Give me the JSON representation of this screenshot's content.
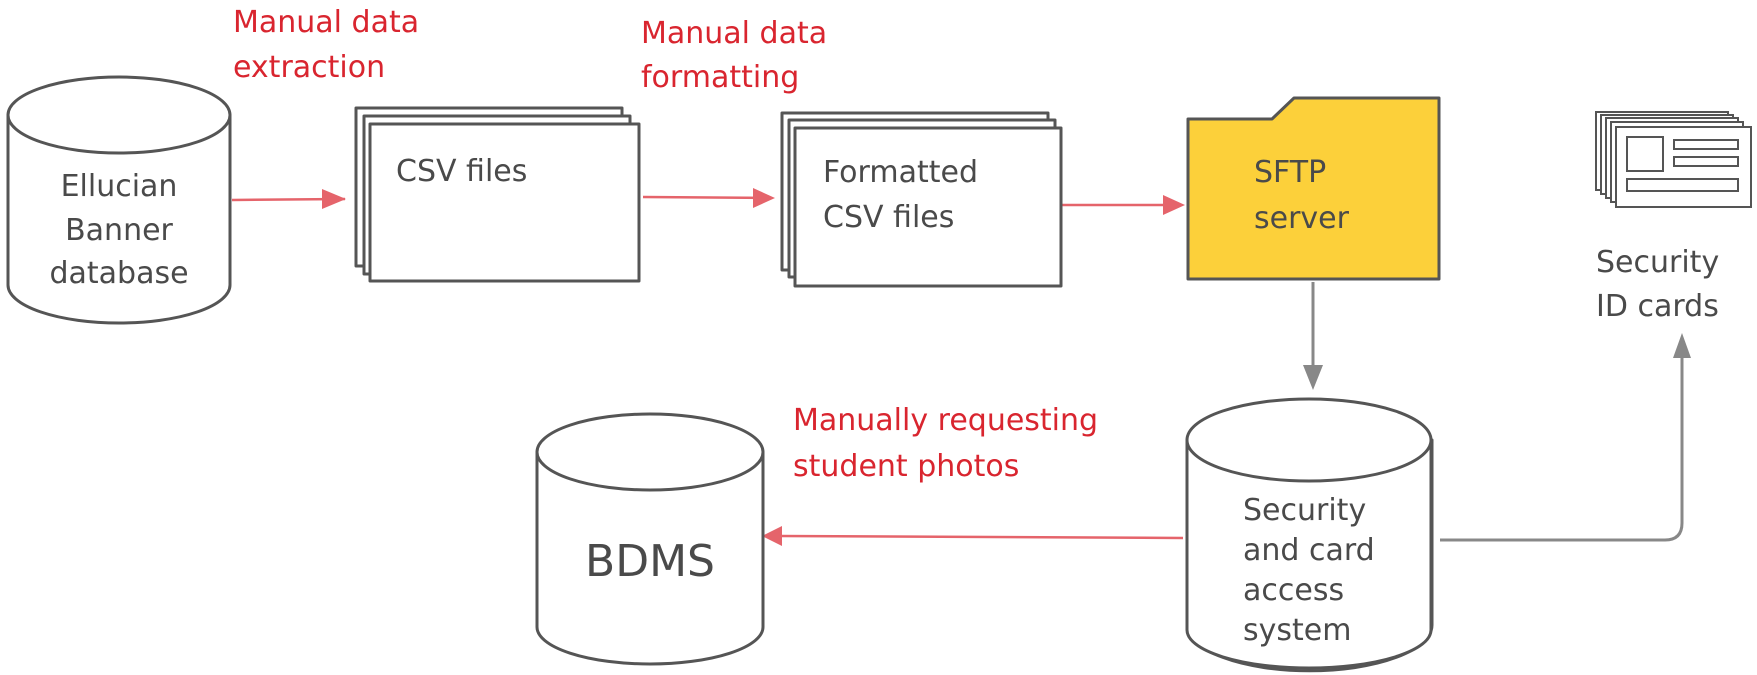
{
  "diagram": {
    "nodes": {
      "banner_db": {
        "lines": [
          "Ellucian",
          "Banner",
          "database"
        ],
        "shape": "cylinder"
      },
      "csv_files": {
        "lines": [
          "CSV files"
        ],
        "shape": "stacked-documents"
      },
      "formatted_csv": {
        "lines": [
          "Formatted",
          "CSV files"
        ],
        "shape": "stacked-documents"
      },
      "sftp_server": {
        "lines": [
          "SFTP",
          "server"
        ],
        "shape": "folder",
        "color": "#fcd03a"
      },
      "security_system": {
        "lines": [
          "Security",
          "and card",
          "access",
          "system"
        ],
        "shape": "cylinder"
      },
      "bdms": {
        "lines": [
          "BDMS"
        ],
        "shape": "cylinder"
      },
      "id_cards": {
        "lines": [
          "Security",
          "ID cards"
        ],
        "shape": "id-card-stack-icon"
      }
    },
    "edge_labels": {
      "extraction": [
        "Manual data",
        "extraction"
      ],
      "formatting": [
        "Manual data",
        "formatting"
      ],
      "photos": [
        "Manually requesting",
        "student photos"
      ]
    },
    "edges": [
      {
        "from": "banner_db",
        "to": "csv_files",
        "color": "#e5646b"
      },
      {
        "from": "csv_files",
        "to": "formatted_csv",
        "color": "#e5646b"
      },
      {
        "from": "formatted_csv",
        "to": "sftp_server",
        "color": "#e5646b"
      },
      {
        "from": "sftp_server",
        "to": "security_system",
        "color": "#888888"
      },
      {
        "from": "security_system",
        "to": "bdms",
        "color": "#e5646b"
      },
      {
        "from": "security_system",
        "to": "id_cards",
        "color": "#888888"
      }
    ],
    "colors": {
      "manual": "#d9252f",
      "manual_arrow": "#e5646b",
      "auto_arrow": "#888888",
      "outline": "#555555",
      "folder_fill": "#fcd03a"
    }
  }
}
